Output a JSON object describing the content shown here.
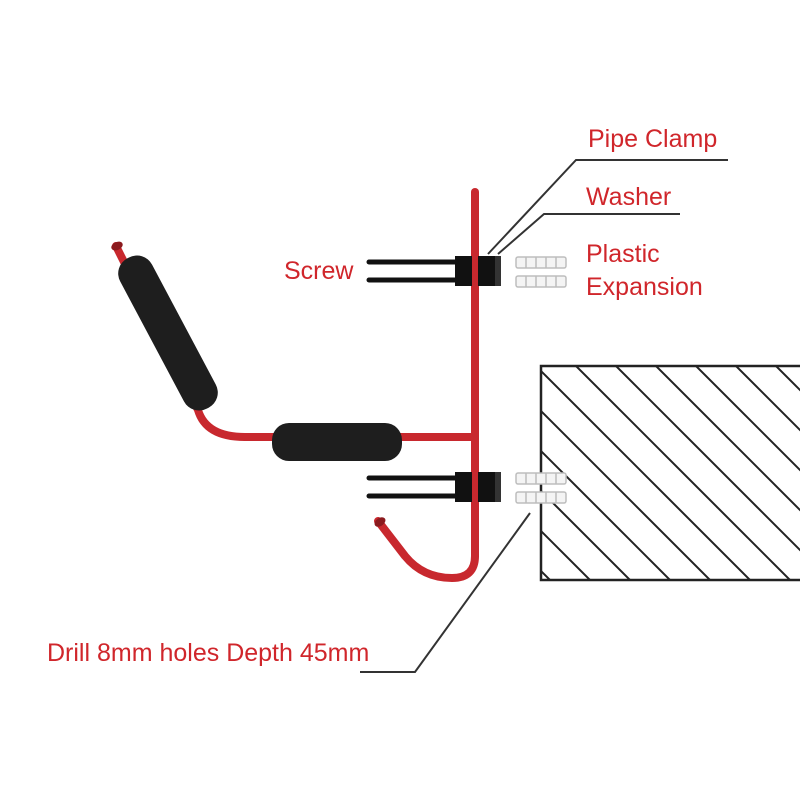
{
  "title": "",
  "labels": {
    "pipe_clamp": "Pipe Clamp",
    "washer": "Washer",
    "plastic": "Plastic",
    "expansion": "Expansion",
    "screw": "Screw",
    "drill": "Drill 8mm holes Depth 45mm"
  },
  "colors": {
    "label_text": "#d0262b",
    "frame_red": "#c8282e",
    "foam_black": "#1e1e1e",
    "leader_line": "#333333",
    "wall_line": "#222222"
  }
}
